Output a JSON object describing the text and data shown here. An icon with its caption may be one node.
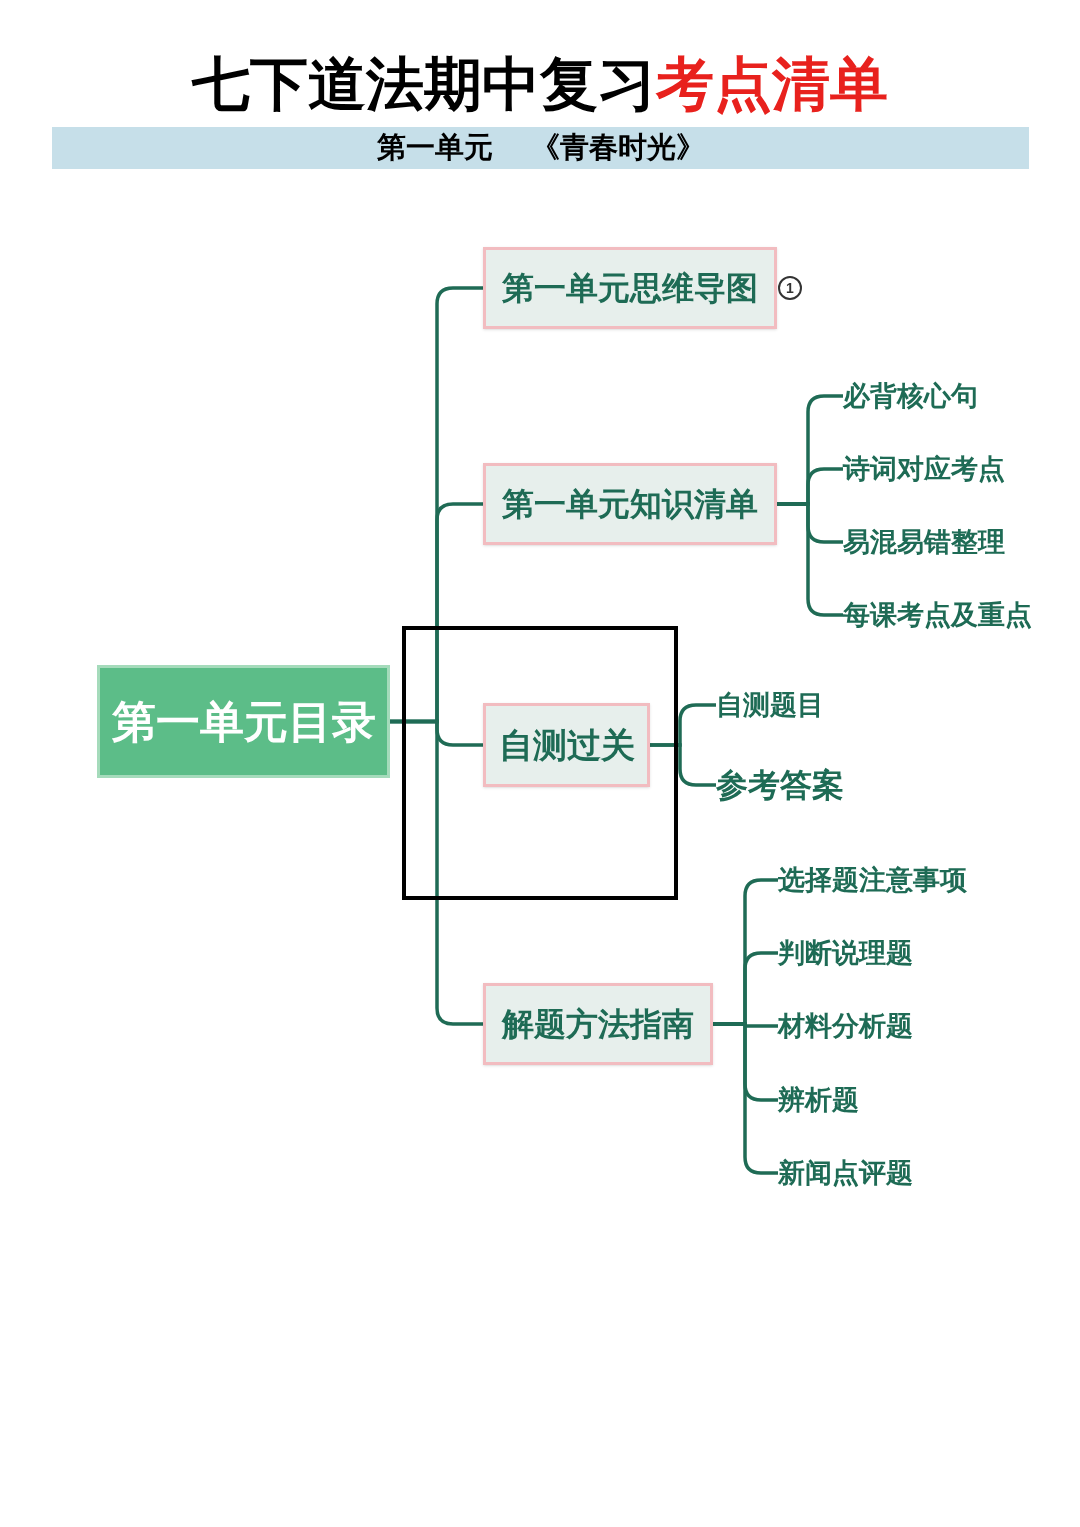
{
  "diagram": {
    "title": "七下道法期中复习**考点清单**",
    "nodes": [
      {
        "text": [
          "第一单元目录"
        ]
      },
      {
        "text": [
          "第一单元思维导图"
        ],
        "beside": [
          "1"
        ]
      },
      {
        "text": [
          "第一单元知识清单"
        ]
      },
      {
        "text": [
          "必背核心句"
        ]
      },
      {
        "text": [
          "诗词对应考点"
        ]
      },
      {
        "text": [
          "易混易错整理"
        ]
      },
      {
        "text": [
          "每课考点及重点"
        ]
      },
      {
        "text": [
          "自测过关"
        ]
      },
      {
        "text": [
          "自测题目"
        ]
      },
      {
        "text": [
          "参考答案"
        ]
      },
      {
        "text": [
          "解题方法指南"
        ]
      },
      {
        "text": [
          "选择题注意事项"
        ]
      },
      {
        "text": [
          "判断说理题"
        ]
      },
      {
        "text": [
          "材料分析题"
        ]
      },
      {
        "text": [
          "辨析题"
        ]
      },
      {
        "text": [
          "新闻点评题"
        ]
      }
    ],
    "edges": [
      {
        "from": 0,
        "to": 1,
        "arrow": "none"
      },
      {
        "from": 0,
        "to": 2,
        "arrow": "none"
      },
      {
        "from": 0,
        "to": 7,
        "arrow": "none"
      },
      {
        "from": 0,
        "to": 10,
        "arrow": "none"
      },
      {
        "from": 2,
        "to": 3,
        "arrow": "none"
      },
      {
        "from": 2,
        "to": 4,
        "arrow": "none"
      },
      {
        "from": 2,
        "to": 5,
        "arrow": "none"
      },
      {
        "from": 2,
        "to": 6,
        "arrow": "none"
      },
      {
        "from": 7,
        "to": 8,
        "arrow": "none"
      },
      {
        "from": 7,
        "to": 9,
        "arrow": "none"
      },
      {
        "from": 10,
        "to": 11,
        "arrow": "none"
      },
      {
        "from": 10,
        "to": 12,
        "arrow": "none"
      },
      {
        "from": 10,
        "to": 13,
        "arrow": "none"
      },
      {
        "from": 10,
        "to": 14,
        "arrow": "none"
      },
      {
        "from": 10,
        "to": 15,
        "arrow": "none"
      }
    ],
    "labels": [
      "第一单元",
      "《青春时光》"
    ]
  }
}
